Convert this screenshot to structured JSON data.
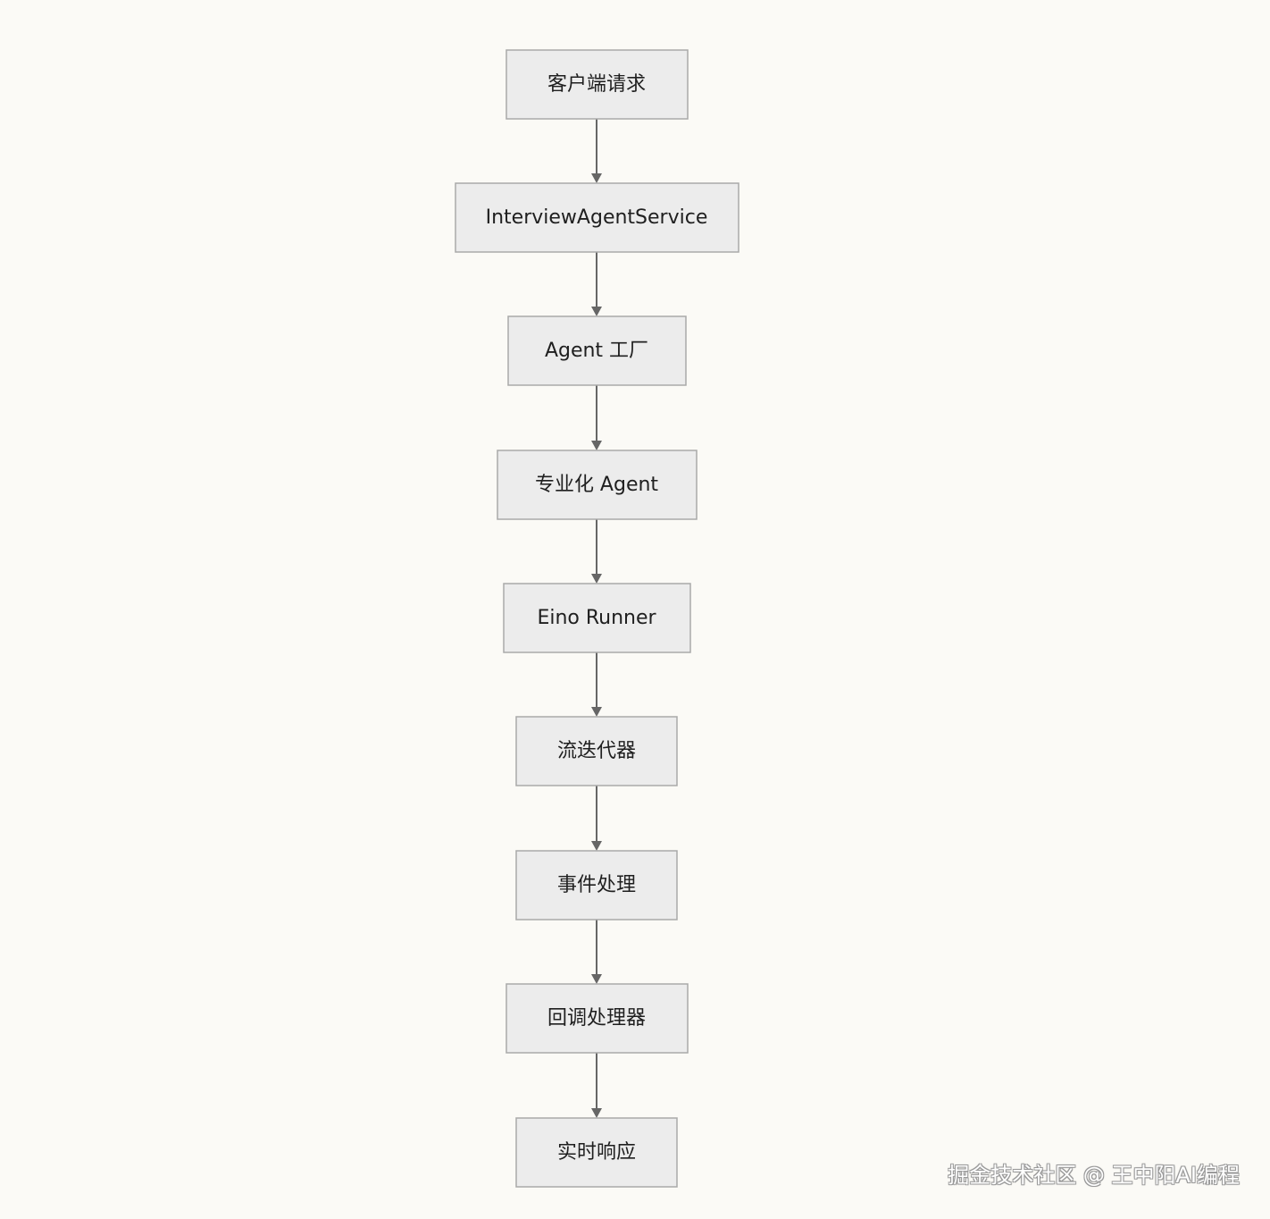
{
  "flow": {
    "nodes": [
      {
        "id": "client-request",
        "label": "客户端请求"
      },
      {
        "id": "interview-agent-service",
        "label": "InterviewAgentService"
      },
      {
        "id": "agent-factory",
        "label": "Agent 工厂"
      },
      {
        "id": "specialized-agent",
        "label": "专业化 Agent"
      },
      {
        "id": "eino-runner",
        "label": "Eino Runner"
      },
      {
        "id": "stream-iterator",
        "label": "流迭代器"
      },
      {
        "id": "event-handling",
        "label": "事件处理"
      },
      {
        "id": "callback-handler",
        "label": "回调处理器"
      },
      {
        "id": "realtime-response",
        "label": "实时响应"
      }
    ],
    "edges": [
      {
        "from": "client-request",
        "to": "interview-agent-service"
      },
      {
        "from": "interview-agent-service",
        "to": "agent-factory"
      },
      {
        "from": "agent-factory",
        "to": "specialized-agent"
      },
      {
        "from": "specialized-agent",
        "to": "eino-runner"
      },
      {
        "from": "eino-runner",
        "to": "stream-iterator"
      },
      {
        "from": "stream-iterator",
        "to": "event-handling"
      },
      {
        "from": "event-handling",
        "to": "callback-handler"
      },
      {
        "from": "callback-handler",
        "to": "realtime-response"
      }
    ]
  },
  "watermark": "掘金技术社区 @ 王中阳AI编程",
  "colors": {
    "background": "#fbfaf6",
    "node_fill": "#ececec",
    "node_stroke": "#a9a9a9",
    "edge": "#666666",
    "text": "#1f1f1f"
  }
}
